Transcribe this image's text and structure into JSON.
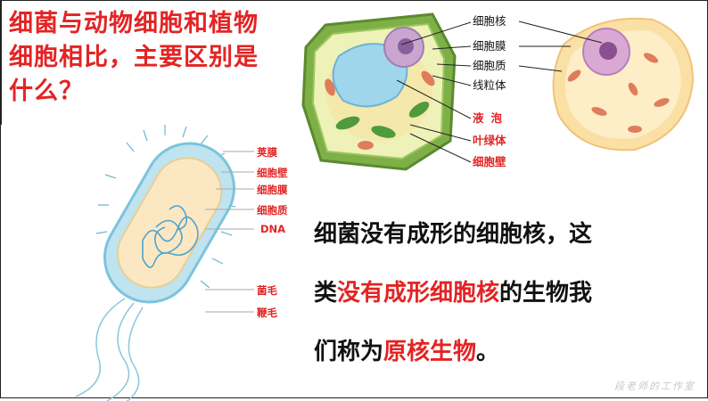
{
  "question": {
    "line1": "细菌与动物细胞和植物",
    "line2": "细胞相比，主要区别是",
    "line3": "什么？"
  },
  "plant_cell": {
    "labels": {
      "nucleus": "细胞核",
      "membrane": "细胞膜",
      "cytoplasm": "细胞质",
      "mitochondria": "线粒体",
      "vacuole": "液泡",
      "chloroplast": "叶绿体",
      "cell_wall": "细胞壁"
    }
  },
  "bacterium": {
    "labels": {
      "capsule": "荚膜",
      "cell_wall": "细胞壁",
      "membrane": "细胞膜",
      "cytoplasm": "细胞质",
      "dna": "DNA",
      "pili": "菌毛",
      "flagellum": "鞭毛"
    }
  },
  "statement": {
    "part1": "细菌没有成形的细胞核，这",
    "part2": "类",
    "highlight1": "没有成形细胞核",
    "part3": "的生物我",
    "part4": "们称为",
    "highlight2": "原核生物",
    "part5": "。"
  },
  "watermark": "段老师的工作室",
  "colors": {
    "accent_red": "#e32424",
    "text": "#111111"
  }
}
